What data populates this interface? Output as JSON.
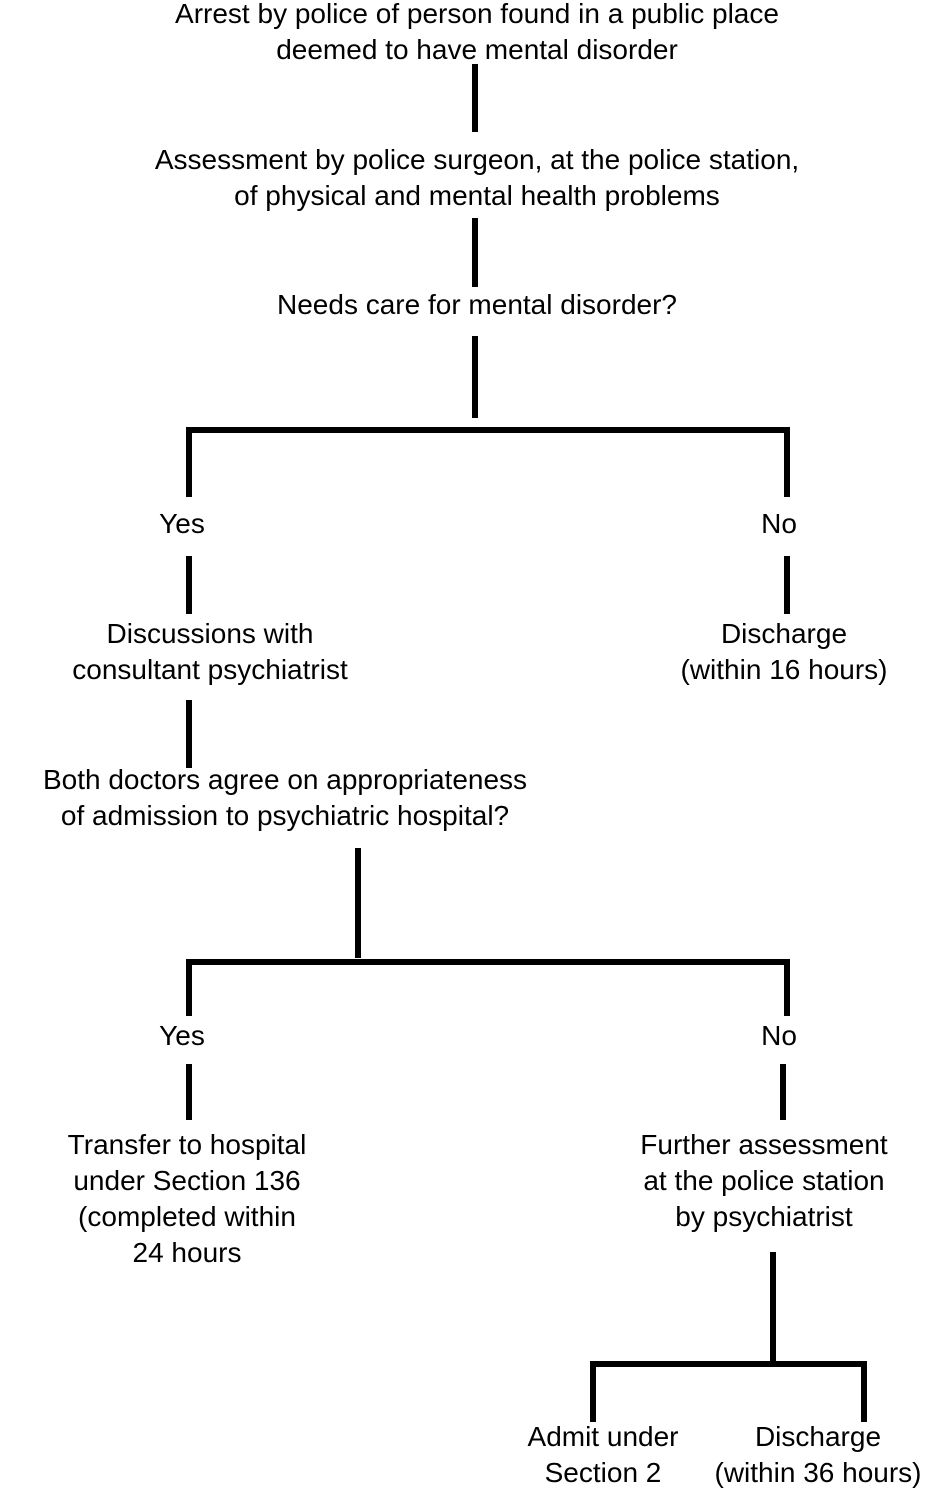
{
  "flowchart": {
    "arrest": {
      "lines": [
        "Arrest by police of person found in a public place",
        "deemed to have mental disorder"
      ]
    },
    "assessment": {
      "lines": [
        "Assessment by police surgeon, at the police station,",
        "of physical and mental health problems"
      ]
    },
    "needs_care": {
      "lines": [
        "Needs care for mental disorder?"
      ]
    },
    "yes_1": {
      "lines": [
        "Yes"
      ]
    },
    "no_1": {
      "lines": [
        "No"
      ]
    },
    "discussions": {
      "lines": [
        "Discussions with",
        "consultant psychiatrist"
      ]
    },
    "discharge_16": {
      "lines": [
        "Discharge",
        "(within 16 hours)"
      ]
    },
    "doctors_agree": {
      "lines": [
        "Both doctors agree on appropriateness",
        "of admission to psychiatric hospital?"
      ]
    },
    "yes_2": {
      "lines": [
        "Yes"
      ]
    },
    "no_2": {
      "lines": [
        "No"
      ]
    },
    "transfer": {
      "lines": [
        "Transfer to hospital",
        "under Section 136",
        "(completed within",
        "24 hours"
      ]
    },
    "further_assessment": {
      "lines": [
        "Further assessment",
        "at the police station",
        "by psychiatrist"
      ]
    },
    "admit_section2": {
      "lines": [
        "Admit under",
        "Section 2"
      ]
    },
    "discharge_36": {
      "lines": [
        "Discharge",
        "(within 36 hours)"
      ]
    }
  },
  "colors": {
    "line": "#000000",
    "text": "#000000",
    "background": "#ffffff"
  }
}
